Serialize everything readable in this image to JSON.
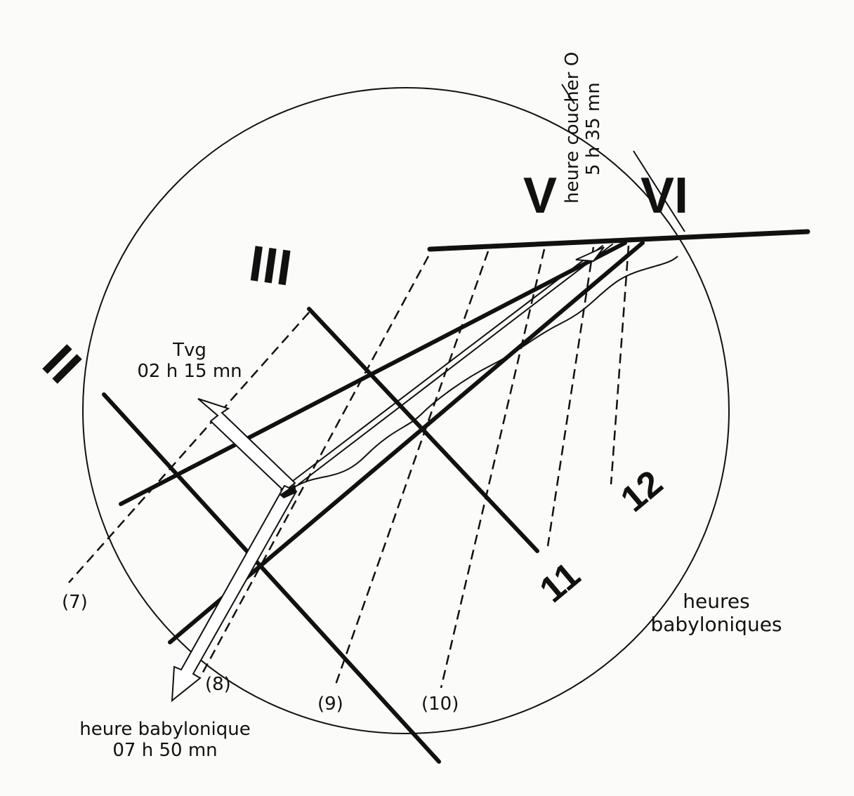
{
  "diagram": {
    "roman_hours": [
      "II",
      "III",
      "V",
      "VI"
    ],
    "babylonian_numbers": [
      "11",
      "12"
    ],
    "line_refs": [
      "(7)",
      "(8)",
      "(9)",
      "(10)"
    ],
    "tvg": {
      "label": "Tvg",
      "time": "02 h 15 mn"
    },
    "sunset": {
      "label": "heure coucher O",
      "time": "5 h 35 mn"
    },
    "babylonian_hour": {
      "label": "heure babylonique",
      "time": "07 h 50 mn"
    },
    "legend": {
      "line1": "heures",
      "line2": "babyloniques"
    }
  }
}
